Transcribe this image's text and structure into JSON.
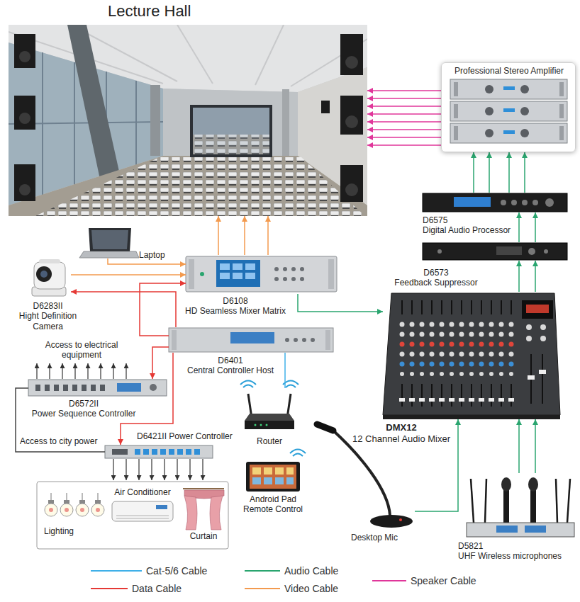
{
  "diagram": {
    "nodes": [
      {
        "text": [
          "Lecture Hall"
        ]
      },
      {
        "text": [
          "Professional Stereo Amplifier"
        ]
      },
      {
        "text": [
          "D6575",
          "Digital Audio Processor"
        ]
      },
      {
        "text": [
          "D6573",
          "Feedback Suppressor"
        ]
      },
      {
        "text": [
          "Laptop"
        ]
      },
      {
        "text": [
          "D6108",
          "HD Seamless Mixer Matrix"
        ]
      },
      {
        "text": [
          "D6283II",
          "Hight Definition Camera"
        ]
      },
      {
        "text": [
          "D6401",
          "Central Controller Host"
        ]
      },
      {
        "text": [
          "DMX12",
          "12 Channel Audio Mixer"
        ]
      },
      {
        "text": [
          "D6572II",
          "Power Sequence Controller"
        ]
      },
      {
        "text": [
          "Router"
        ]
      },
      {
        "text": [
          "D6421II Power Controller"
        ]
      },
      {
        "text": [
          "Android Pad Remote Control"
        ]
      },
      {
        "text": [
          "Desktop Mic"
        ]
      },
      {
        "text": [
          "D5821",
          "UHF Wireless microphones"
        ]
      },
      {
        "text": [
          "Air Conditioner"
        ]
      },
      {
        "text": [
          "Lighting"
        ]
      },
      {
        "text": [
          "Curtain"
        ]
      }
    ],
    "edges": [
      {
        "from": 1,
        "to": 0,
        "arrow": "to"
      },
      {
        "from": 1,
        "to": 0,
        "arrow": "to"
      },
      {
        "from": 1,
        "to": 0,
        "arrow": "to"
      },
      {
        "from": 1,
        "to": 0,
        "arrow": "to"
      },
      {
        "from": 1,
        "to": 0,
        "arrow": "to"
      },
      {
        "from": 1,
        "to": 0,
        "arrow": "to"
      },
      {
        "from": 1,
        "to": 0,
        "arrow": "to"
      },
      {
        "from": 1,
        "to": 0,
        "arrow": "to"
      },
      {
        "from": 2,
        "to": 1,
        "arrow": "to"
      },
      {
        "from": 2,
        "to": 1,
        "arrow": "to"
      },
      {
        "from": 2,
        "to": 1,
        "arrow": "to"
      },
      {
        "from": 2,
        "to": 1,
        "arrow": "to"
      },
      {
        "from": 3,
        "to": 2,
        "arrow": "to"
      },
      {
        "from": 3,
        "to": 2,
        "arrow": "to"
      },
      {
        "from": 8,
        "to": 3,
        "arrow": "to"
      },
      {
        "from": 8,
        "to": 3,
        "arrow": "to"
      },
      {
        "from": 5,
        "to": 0,
        "arrow": "to"
      },
      {
        "from": 5,
        "to": 0,
        "arrow": "to"
      },
      {
        "from": 5,
        "to": 0,
        "arrow": "to"
      },
      {
        "from": 4,
        "to": 5,
        "arrow": "to"
      },
      {
        "from": 6,
        "to": 5,
        "arrow": "to"
      },
      {
        "from": 5,
        "to": 8,
        "arrow": "to"
      },
      {
        "from": 7,
        "to": 5,
        "arrow": "to"
      },
      {
        "from": 7,
        "to": 6,
        "arrow": "to"
      },
      {
        "from": 7,
        "to": 9,
        "arrow": "to"
      },
      {
        "from": 7,
        "to": 11,
        "arrow": "to"
      },
      {
        "from": 7,
        "to": 10,
        "arrow": "none"
      },
      {
        "from": 9,
        "to": 11,
        "arrow": "none"
      },
      {
        "from": 13,
        "to": 8,
        "arrow": "to"
      },
      {
        "from": 14,
        "to": 8,
        "arrow": "to"
      },
      {
        "from": 14,
        "to": 8,
        "arrow": "to"
      }
    ],
    "labels": [
      "Access to electrical equipment",
      "Access to city power"
    ],
    "legend": [
      {
        "text": "Cat-5/6 Cable",
        "color": "#3fb0e8"
      },
      {
        "text": "Audio Cable",
        "color": "#2aa56f"
      },
      {
        "text": "Speaker Cable",
        "color": "#e0369a"
      },
      {
        "text": "Data Cable",
        "color": "#e53935"
      },
      {
        "text": "Video Cable",
        "color": "#f39a4e"
      }
    ]
  }
}
